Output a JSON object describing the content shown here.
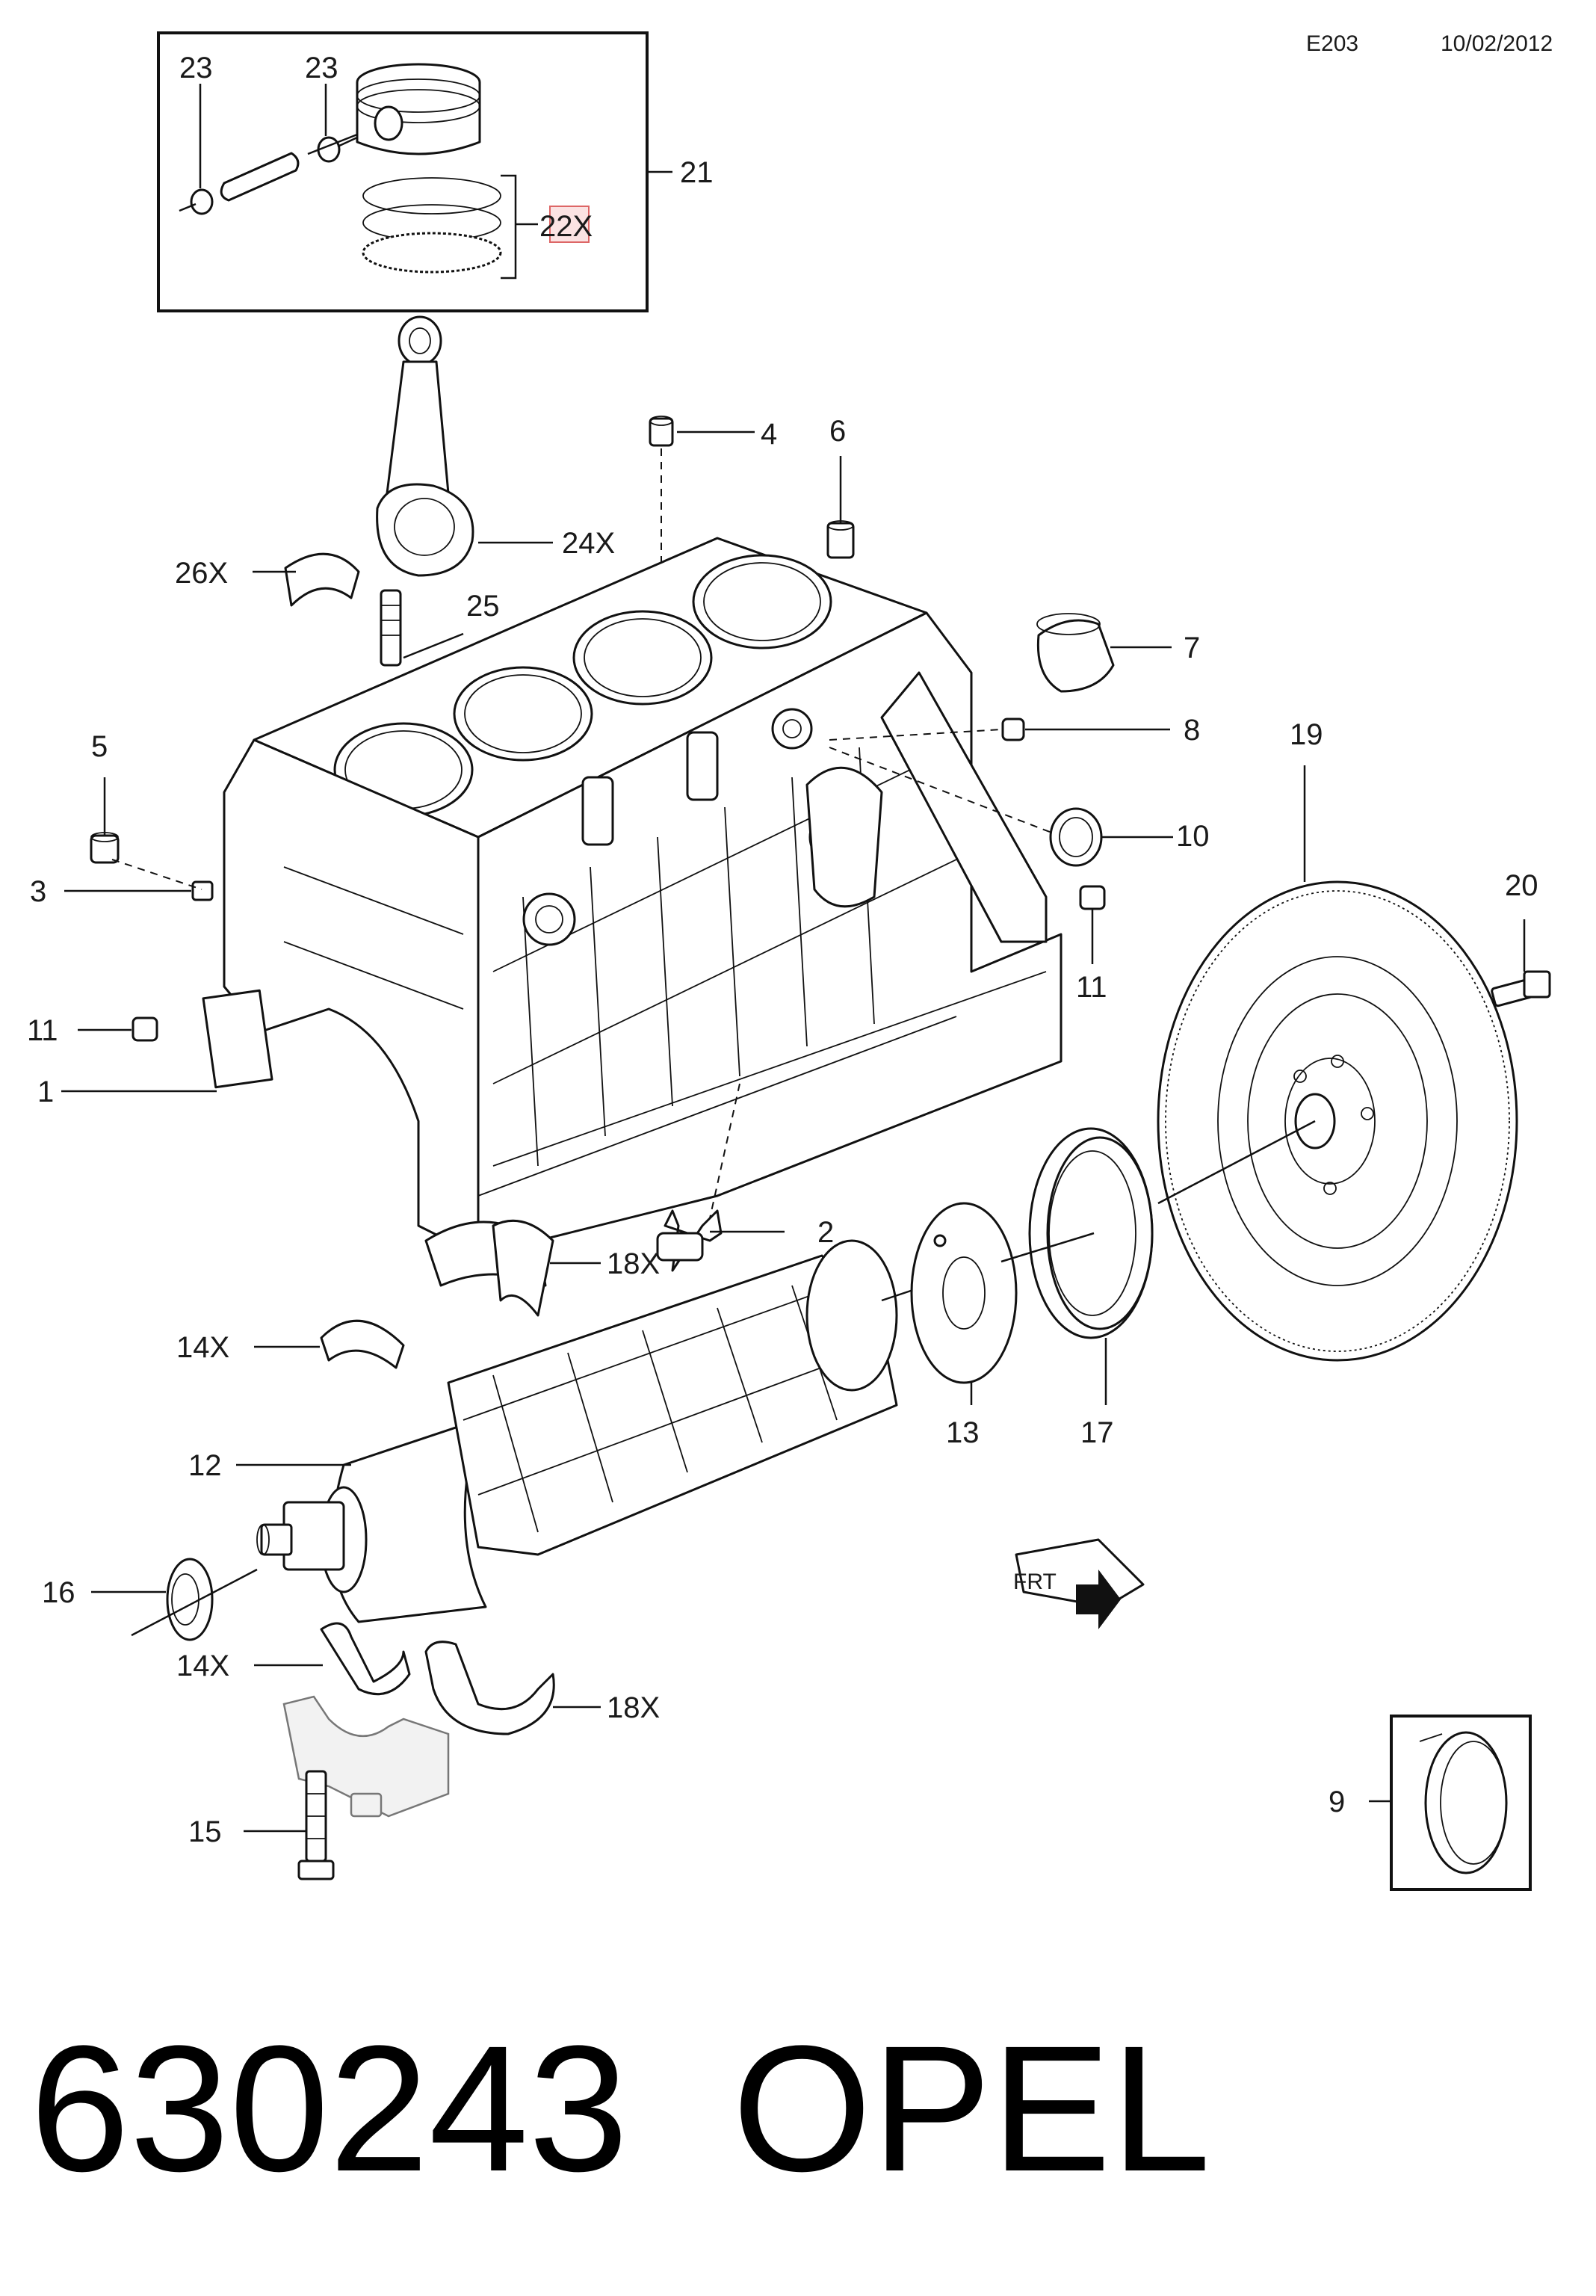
{
  "header": {
    "code": "E203",
    "date": "10/02/2012"
  },
  "footer": {
    "part_number": "630243",
    "brand": "OPEL"
  },
  "callouts": {
    "c1": "1",
    "c2": "2",
    "c3": "3",
    "c4": "4",
    "c5": "5",
    "c6": "6",
    "c7": "7",
    "c8": "8",
    "c9": "9",
    "c10": "10",
    "c11a": "11",
    "c11b": "11",
    "c12": "12",
    "c13": "13",
    "c14a": "14X",
    "c14b": "14X",
    "c15": "15",
    "c16": "16",
    "c17": "17",
    "c18a": "18X",
    "c18b": "18X",
    "c19": "19",
    "c20": "20",
    "c21": "21",
    "c22": "22X",
    "c23a": "23",
    "c23b": "23",
    "c24": "24X",
    "c25": "25",
    "c26": "26X"
  },
  "front_marker": "FRT"
}
